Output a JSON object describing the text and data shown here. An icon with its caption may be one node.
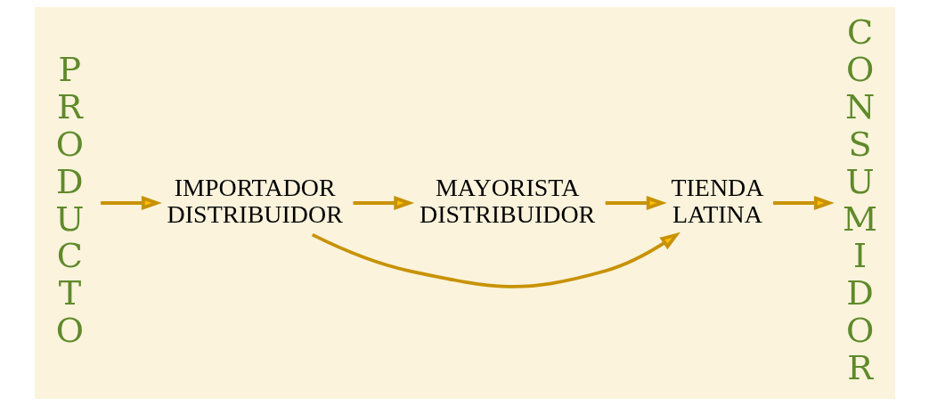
{
  "diagram": {
    "nodes": [
      {
        "text": [
          "PRODUCTO"
        ]
      },
      {
        "text": [
          "IMPORTADOR DISTRIBUIDOR"
        ]
      },
      {
        "text": [
          "MAYORISTA DISTRIBUIDOR"
        ]
      },
      {
        "text": [
          "TIENDA LATINA"
        ]
      },
      {
        "text": [
          "CONSUMIDOR"
        ]
      }
    ],
    "edges": [
      {
        "from": 0,
        "to": 1,
        "arrow": "to"
      },
      {
        "from": 1,
        "to": 2,
        "arrow": "to"
      },
      {
        "from": 2,
        "to": 3,
        "arrow": "to"
      },
      {
        "from": 3,
        "to": 4,
        "arrow": "to"
      },
      {
        "from": 1,
        "to": 3,
        "arrow": "to"
      }
    ]
  }
}
